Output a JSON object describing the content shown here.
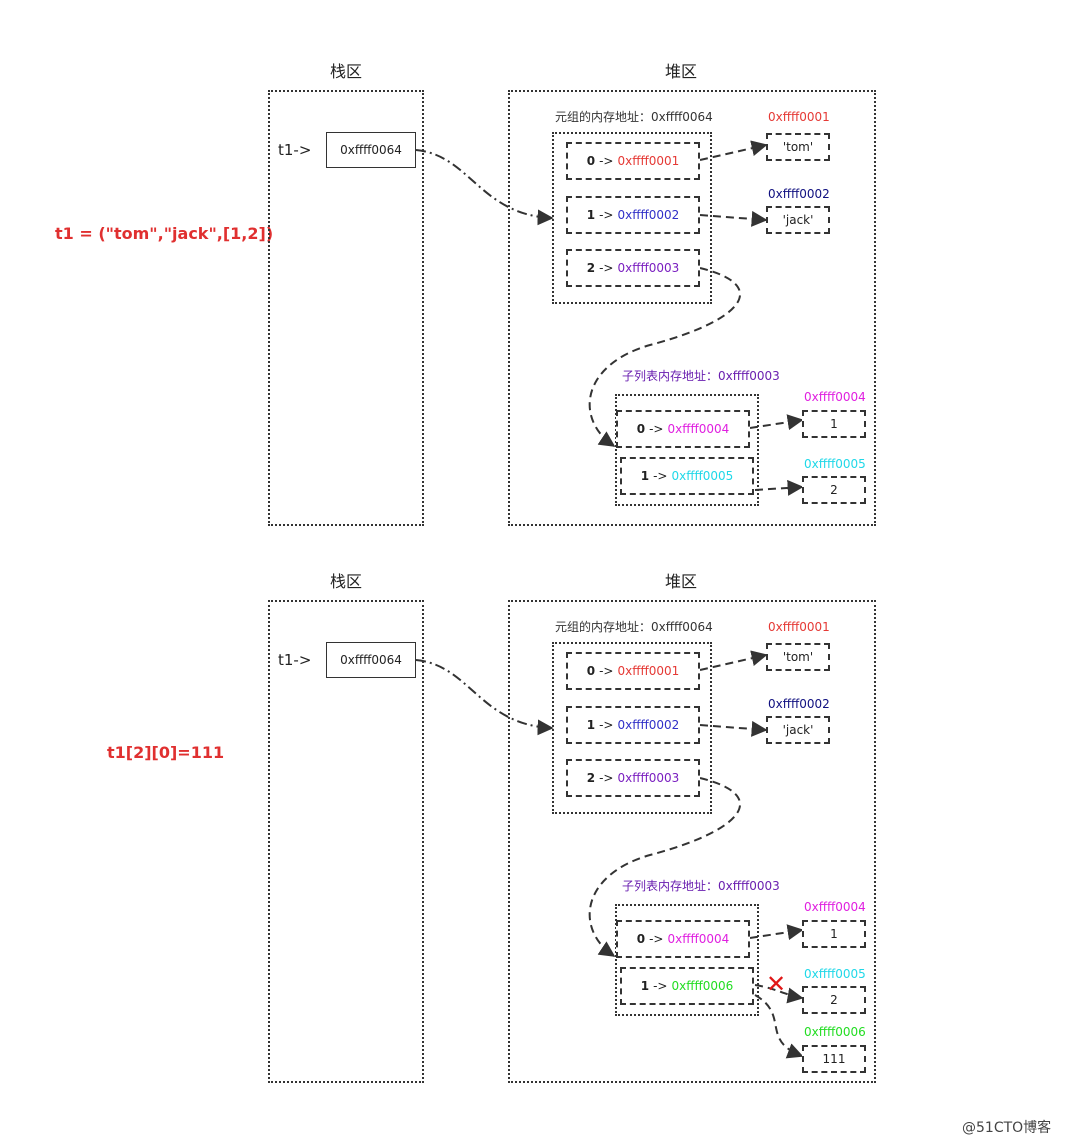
{
  "colors": {
    "red": "#e53935",
    "blue": "#3030c8",
    "navy": "#101080",
    "purple": "#7a1fc0",
    "magenta": "#e020e0",
    "cyan": "#20d8e8",
    "green": "#22dd22",
    "code_red": "#e03030"
  },
  "panels": [
    {
      "code": "t1 = (\"tom\",\"jack\",[1,2])",
      "stack_title": "栈区",
      "heap_title": "堆区",
      "stack_var": "t1->",
      "stack_value": "0xffff0064",
      "tuple_header": "元组的内存地址：0xffff0064",
      "tuple_slots": [
        {
          "index": "0",
          "arrow": "->",
          "addr": "0xffff0001"
        },
        {
          "index": "1",
          "arrow": "->",
          "addr": "0xffff0002"
        },
        {
          "index": "2",
          "arrow": "->",
          "addr": "0xffff0003"
        }
      ],
      "tuple_values": [
        {
          "addr": "0xffff0001",
          "value": "'tom'"
        },
        {
          "addr": "0xffff0002",
          "value": "'jack'"
        }
      ],
      "list_header": "子列表内存地址：0xffff0003",
      "list_slots": [
        {
          "index": "0",
          "arrow": "->",
          "addr": "0xffff0004"
        },
        {
          "index": "1",
          "arrow": "->",
          "addr": "0xffff0005"
        }
      ],
      "list_values": [
        {
          "addr": "0xffff0004",
          "value": "1"
        },
        {
          "addr": "0xffff0005",
          "value": "2"
        }
      ]
    },
    {
      "code": "t1[2][0]=111",
      "stack_title": "栈区",
      "heap_title": "堆区",
      "stack_var": "t1->",
      "stack_value": "0xffff0064",
      "tuple_header": "元组的内存地址：0xffff0064",
      "tuple_slots": [
        {
          "index": "0",
          "arrow": "->",
          "addr": "0xffff0001"
        },
        {
          "index": "1",
          "arrow": "->",
          "addr": "0xffff0002"
        },
        {
          "index": "2",
          "arrow": "->",
          "addr": "0xffff0003"
        }
      ],
      "tuple_values": [
        {
          "addr": "0xffff0001",
          "value": "'tom'"
        },
        {
          "addr": "0xffff0002",
          "value": "'jack'"
        }
      ],
      "list_header": "子列表内存地址：0xffff0003",
      "list_slots": [
        {
          "index": "0",
          "arrow": "->",
          "addr": "0xffff0004"
        },
        {
          "index": "1",
          "arrow": "->",
          "addr": "0xffff0006"
        }
      ],
      "list_values": [
        {
          "addr": "0xffff0004",
          "value": "1"
        },
        {
          "addr": "0xffff0005",
          "value": "2"
        },
        {
          "addr": "0xffff0006",
          "value": "111"
        }
      ],
      "broken_link_mark": "✕"
    }
  ],
  "watermark": "@51CTO博客"
}
